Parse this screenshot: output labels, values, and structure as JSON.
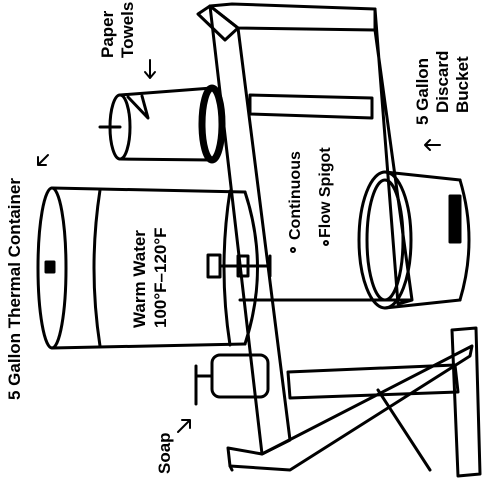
{
  "labels": {
    "paper_towels": [
      "Paper",
      "Towels"
    ],
    "thermal_container": "5 Gallon Thermal Container",
    "warm_water": [
      "Warm Water",
      "100°F–120°F"
    ],
    "spigot": [
      "Continuous",
      "Flow Spigot"
    ],
    "discard_bucket": [
      "5 Gallon",
      "Discard",
      "Bucket"
    ],
    "soap": "Soap"
  },
  "colors": {
    "ink": "#000000",
    "paper": "#ffffff"
  }
}
